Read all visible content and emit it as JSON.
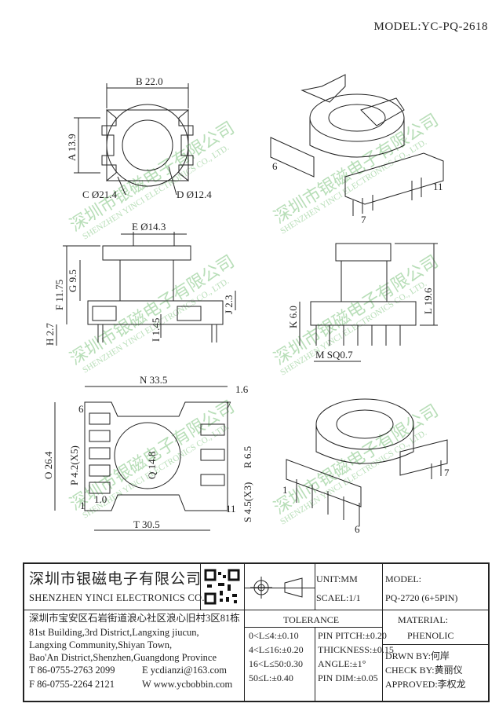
{
  "model_header": "MODEL:YC-PQ-2618",
  "dims": {
    "b": "B 22.0",
    "a": "A 13.9",
    "c": "C Ø21.4",
    "d": "D Ø12.4",
    "e": "E Ø14.3",
    "f": "F 11.75",
    "g": "G 9.5",
    "h": "H 2.7",
    "i": "I 1.45",
    "j": "J 2.3",
    "k": "K 6.0",
    "l": "L 19.6",
    "m": "M SQ0.7",
    "n": "N 33.5",
    "n2": "1.6",
    "o": "O 26.4",
    "p": "P 4.2(X5)",
    "q": "Q 14.8",
    "r": "R 6.5",
    "s": "S 4.5(X3)",
    "t": "T 30.5",
    "u": "1.0"
  },
  "pins": {
    "p6a": "6",
    "p11a": "11",
    "p7a": "7",
    "p6b": "6",
    "p7b": "7",
    "p1b": "1",
    "p11b": "11",
    "p1c": "1",
    "p6c": "6",
    "p7c": "7"
  },
  "watermark": {
    "cn": "深圳市银磁电子有限公司",
    "en": "SHENZHEN YINCI ELECTRONICS CO., LTD."
  },
  "company": {
    "name_cn": "深圳市银磁电子有限公司",
    "name_en": "SHENZHEN YINCI ELECTRONICS CO.,LTD.",
    "addr_cn": "深圳市宝安区石岩街道浪心社区浪心旧村3区81栋",
    "addr1": "81st Building,3rd District,Langxing jiucun,",
    "addr2": "Langxing Community,Shiyan Town,",
    "addr3": "Bao'An District,Shenzhen,Guangdong Province",
    "tel": "T 86-0755-2763 2099",
    "email": "E ycdianzi@163.com",
    "fax": "F 86-0755-2264 2121",
    "web": "W www.ycbobbin.com"
  },
  "unit": "UNIT:MM",
  "scale": "SCAEL:1/1",
  "model_label": "MODEL:",
  "model_value": "PQ-2720 (6+5PIN)",
  "tolerance": {
    "title": "TOLERANCE",
    "rows": [
      "0<L≤4:±0.10",
      "4<L≤16:±0.20",
      "16<L≤50:0.30",
      "50≤L:±0.40"
    ],
    "rows2": [
      "PIN PITCH:±0.20",
      "THICKNESS:±0.15",
      "ANGLE:±1°",
      "PIN DIM:±0.05"
    ]
  },
  "material_label": "MATERIAL:",
  "material_value": "PHENOLIC",
  "drawn": "DRWN BY:何岸",
  "check": "CHECK BY:黄丽仪",
  "approved": "APPROVED:李权龙"
}
